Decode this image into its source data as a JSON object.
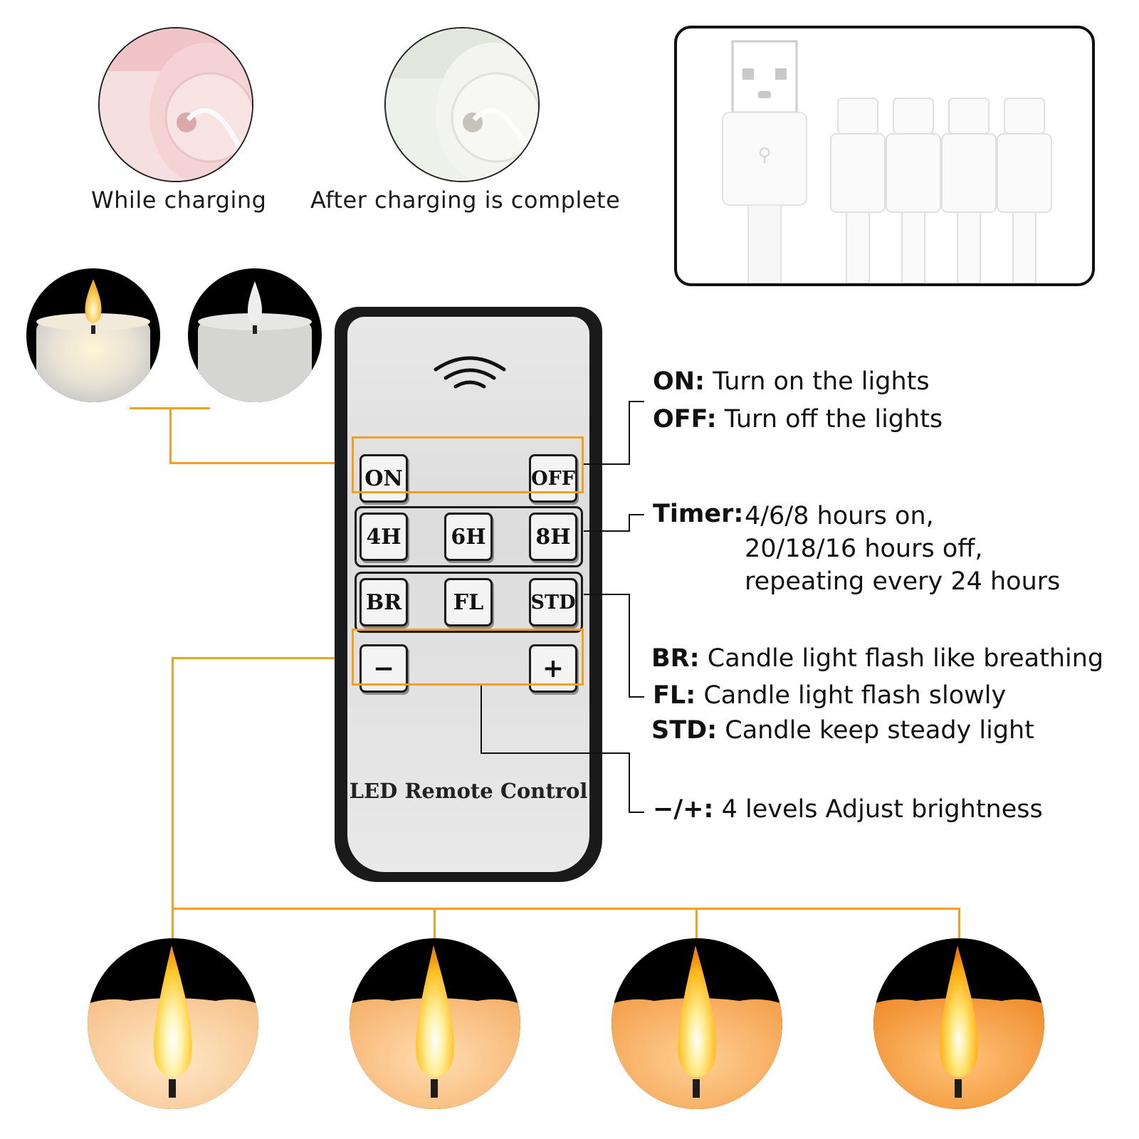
{
  "charging": {
    "while_label": "While charging",
    "after_label": "After charging is complete"
  },
  "remote": {
    "title": "LED Remote Control",
    "buttons": {
      "on": "ON",
      "off": "OFF",
      "h4": "4H",
      "h6": "6H",
      "h8": "8H",
      "br": "BR",
      "fl": "FL",
      "std": "STD",
      "minus": "−",
      "plus": "+"
    }
  },
  "descriptions": {
    "on_key": "ON:",
    "on_text": "Turn on the lights",
    "off_key": "OFF:",
    "off_text": "Turn off the lights",
    "timer_key": "Timer:",
    "timer_line1": "4/6/8 hours on,",
    "timer_line2": "20/18/16 hours off,",
    "timer_line3": "repeating every 24 hours",
    "br_key": "BR:",
    "br_text": "Candle light flash like breathing",
    "fl_key": "FL:",
    "fl_text": "Candle light flash slowly",
    "std_key": "STD:",
    "std_text": "Candle keep steady light",
    "pm_key": "−/+:",
    "pm_text": "4 levels Adjust brightness"
  },
  "colors": {
    "accent": "#f0a11e",
    "outline": "#111111"
  }
}
